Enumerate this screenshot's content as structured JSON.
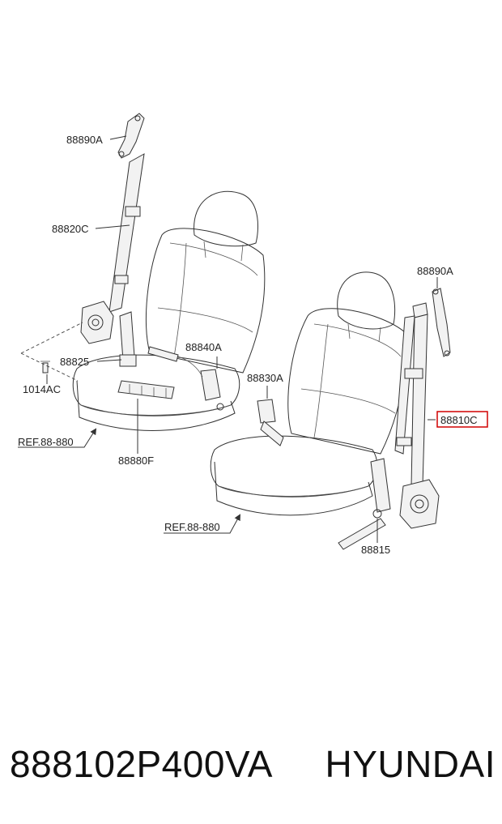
{
  "labels": {
    "p88890A_left": "88890A",
    "p88820C": "88820C",
    "p88825": "88825",
    "p1014AC": "1014AC",
    "p88840A": "88840A",
    "p88880F": "88880F",
    "ref_left": "REF.88-880",
    "p88830A": "88830A",
    "p88890A_right": "88890A",
    "p88810C": "88810C",
    "ref_right": "REF.88-880",
    "p88815": "88815"
  },
  "highlight": {
    "part": "88810C",
    "color": "#d00000"
  },
  "caption": {
    "part_number": "888102P400VA",
    "brand": "HYUNDAI"
  }
}
